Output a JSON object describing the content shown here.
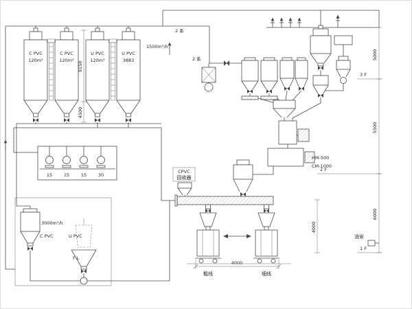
{
  "palette": {
    "line": "#474747",
    "text": "#1f1f1f",
    "background": "#ffffff"
  },
  "silos": [
    {
      "material": "C PVC",
      "volume": "120m³"
    },
    {
      "material": "C PVC",
      "volume": "120m³"
    },
    {
      "material": "U PVC",
      "volume": "120m³"
    },
    {
      "material": "U PVC",
      "volume": "3883"
    }
  ],
  "conveying": {
    "line1_label": "2 系",
    "line2_label": "2 系",
    "top_flow": "1500m³/h",
    "bottom_flow": "3000m³/h"
  },
  "blowers": [
    "15",
    "15",
    "15",
    "30"
  ],
  "bag_dump": {
    "left_material": "C PVC",
    "right_material": "U PVC",
    "outlet": "F L"
  },
  "recycle": {
    "name_line1": "CPVC",
    "name_line2": "回收器"
  },
  "mixers": {
    "heating": "HM-500",
    "cooling": "CM-1000"
  },
  "packing": {
    "left_line": "粗线",
    "right_line": "细线",
    "span": "4000"
  },
  "dims": {
    "silo_height": "9150",
    "cone_height": "4500",
    "upper": "5000",
    "middle": "5500",
    "lower": "6000",
    "station_height": "4000"
  },
  "floors": {
    "third": "3 F",
    "second": "2 F",
    "first": "1 F"
  },
  "safety": {
    "label": "消安"
  }
}
